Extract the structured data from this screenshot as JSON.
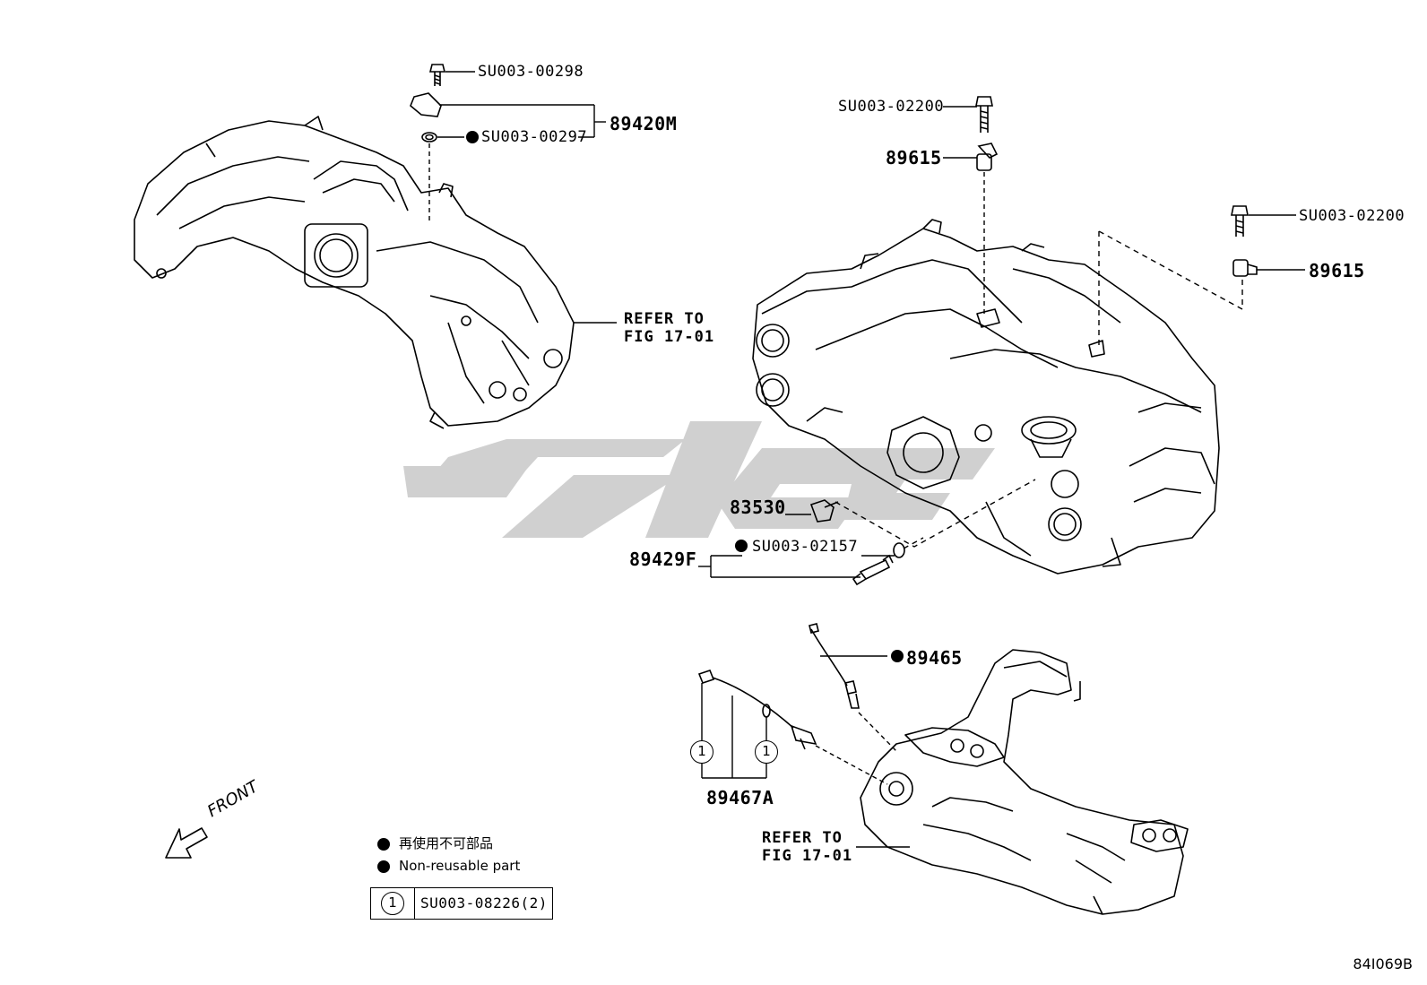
{
  "colors": {
    "ink": "#000000",
    "watermark": "#c8c8c8",
    "background": "#ffffff"
  },
  "icons": [
    "non-reusable-dot-icon",
    "front-arrow-icon",
    "circled-1-icon",
    "watermark-logo-icon"
  ],
  "labels": {
    "su003_00298": "SU003-00298",
    "p89420m": "89420M",
    "su003_00297": "SU003-00297",
    "su003_02200_a": "SU003-02200",
    "p89615_a": "89615",
    "su003_02200_b": "SU003-02200",
    "p89615_b": "89615",
    "refer_intake": "REFER TO\nFIG 17-01",
    "p83530": "83530",
    "p89429f": "89429F",
    "su003_02157": "SU003-02157",
    "p89465": "89465",
    "p89467a": "89467A",
    "refer_exhaust": "REFER TO\nFIG 17-01"
  },
  "legend": {
    "jp_text": "再使用不可部品",
    "en_text": "Non-reusable part",
    "key_number": "1",
    "key_part": "SU003-08226(2)"
  },
  "callout_number": "1",
  "front_label": "FRONT",
  "figure_code": "84I069B"
}
